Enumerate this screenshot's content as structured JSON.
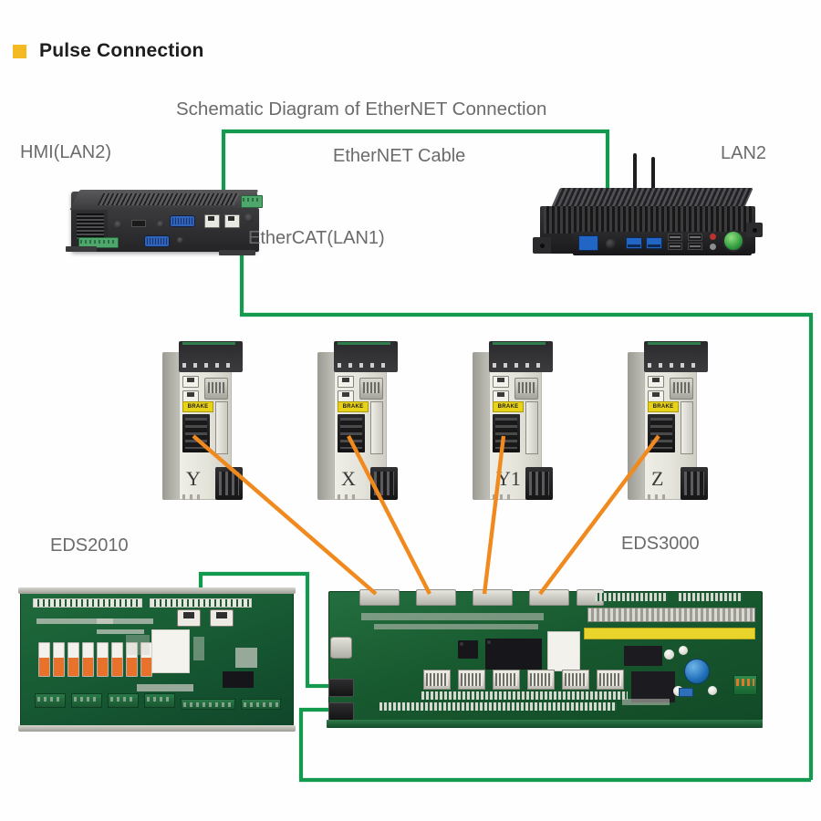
{
  "header": {
    "bullet_color": "#f5b922",
    "title": "Pulse Connection"
  },
  "labels": {
    "schematic_title": "Schematic Diagram of EtherNET Connection",
    "ethernet_cable": "EtherNET Cable",
    "hmi_lan2": "HMI(LAN2)",
    "lan2_right": "LAN2",
    "ethercat_lan1": "EtherCAT(LAN1)",
    "eds2010": "EDS2010",
    "eds3000": "EDS3000"
  },
  "colors": {
    "cable_ethernet": "#139a4e",
    "cable_pulse": "#f08a1e",
    "accent_bullet": "#f5b922",
    "text_gray": "#6b6b6e",
    "title_dark": "#1d1d1f",
    "pcb_green": "#18592f",
    "servo_case": "#e4e3da"
  },
  "devices": {
    "hmi_pc": {
      "name": "HMI industrial PC",
      "port_count": 2
    },
    "right_pc": {
      "name": "Fanless industrial PC",
      "antennas": 2
    },
    "servo_drives": [
      {
        "axis": "Y",
        "brake_label": "BRAKE"
      },
      {
        "axis": "X",
        "brake_label": "BRAKE"
      },
      {
        "axis": "Y1",
        "brake_label": "BRAKE"
      },
      {
        "axis": "Z",
        "brake_label": "BRAKE"
      }
    ],
    "eds2010_board": {
      "name": "EDS2010",
      "relay_count": 8,
      "rj45_count": 2
    },
    "eds3000_board": {
      "name": "EDS3000",
      "pulse_connector_count": 4,
      "rj45_count": 2
    }
  },
  "connections": [
    {
      "from": "HMI(LAN2)",
      "to": "LAN2",
      "cable": "EtherNET Cable",
      "color": "#139a4e"
    },
    {
      "from": "EtherCAT(LAN1)",
      "to": "EDS3000",
      "cable": "EtherCAT",
      "color": "#139a4e"
    },
    {
      "from": "EDS2010",
      "to": "EDS3000",
      "cable": "EtherNET",
      "color": "#139a4e"
    },
    {
      "from": "Servo drive Y",
      "to": "EDS3000",
      "cable": "Pulse",
      "color": "#f08a1e"
    },
    {
      "from": "Servo drive X",
      "to": "EDS3000",
      "cable": "Pulse",
      "color": "#f08a1e"
    },
    {
      "from": "Servo drive Y1",
      "to": "EDS3000",
      "cable": "Pulse",
      "color": "#f08a1e"
    },
    {
      "from": "Servo drive Z",
      "to": "EDS3000",
      "cable": "Pulse",
      "color": "#f08a1e"
    }
  ]
}
